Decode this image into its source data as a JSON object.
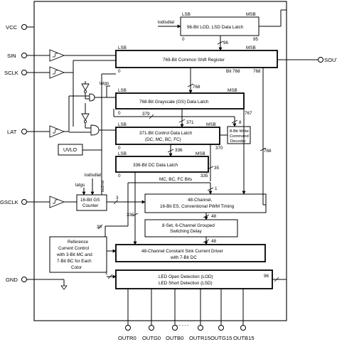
{
  "pins": {
    "vcc": "VCC",
    "sin": "SIN",
    "sclk": "SCLK",
    "lat": "LAT",
    "gsclk": "GSCLK",
    "gnd": "GND",
    "sout": "SOUT",
    "outputs": [
      "OUTR0",
      "OUTG0",
      "OUTB0",
      "OUTR15",
      "OUTG15",
      "OUTB15"
    ],
    "outputs_ellipsis": "- - - - -"
  },
  "blocks": {
    "lod_latch": {
      "label": "96-Bit LOD, LSD Data Latch",
      "lsb": "LSB",
      "msb": "MSB",
      "lsb_index": "0",
      "msb_index": "95"
    },
    "shift_register": {
      "label": "769-Bit Common Shift Register",
      "lsb": "LSB",
      "msb": "MSB",
      "lsb_index": "0",
      "msb_index": "Bit 768",
      "side_index": "768"
    },
    "gs_latch": {
      "label": "768-Bit Grayscale (GS) Data Latch",
      "lsb": "LSB",
      "msb": "MSB",
      "lsb_index": "0",
      "msb_index": "767"
    },
    "control_latch": {
      "line1": "371-Bit Control Data Latch",
      "line2": "(DC, MC, BC, FC)",
      "lsb": "LSB",
      "msb": "MSB",
      "lsb_index": "0",
      "msb_index": "370"
    },
    "cmd_decoder": {
      "line1": "8-Bit Write",
      "line2": "Command",
      "line3": "Decoder"
    },
    "dc_latch": {
      "label": "336-Bit DC Data Latch",
      "lsb": "LSB",
      "msb": "MSB",
      "lsb_index": "0",
      "msb_index": "335"
    },
    "uvlo": {
      "label": "UVLO"
    },
    "gs_counter": {
      "line1": "16-Bit GS",
      "line2": "Counter"
    },
    "pwm": {
      "line1": "48-Channel,",
      "line2": "16-Bit ES, Conventional PWM Timing"
    },
    "switch_delay": {
      "line1": "8-Set, 6-Channel Grouped",
      "line2": "Switching Delay"
    },
    "sink_driver": {
      "line1": "48-Channel Constant Sink Current Driver",
      "line2": "with 7-Bit DC"
    },
    "ref_control": {
      "lines": [
        "Reference",
        "Current Control",
        "with 3-Bit MC and",
        "7-Bit BC for Each",
        "Color"
      ]
    },
    "led_detect": {
      "line1": "LED Open Detection (LOD)",
      "line2": "LED Short Detection (LSD)"
    }
  },
  "signals": {
    "iodisdlat_top": "lodisdlat",
    "iodisdlat_mid": "lodisdlat",
    "latgs_top": "latgs",
    "latgs_mid": "latgs",
    "lat2nd": "lat2nd",
    "mc_bc_fc": "MC, BC, FC Bits"
  },
  "bus_widths": {
    "b96": "96",
    "b768_a": "768",
    "b768_b": "768",
    "b379": "379",
    "b371": "371",
    "b8": "8",
    "b336_a": "336",
    "b336_b": "336",
    "b35": "35",
    "b1_a": "1",
    "b3": "3",
    "b48_a": "48",
    "b48_b": "48",
    "b30": "30",
    "b1_b": "1",
    "b96_b": "96"
  }
}
